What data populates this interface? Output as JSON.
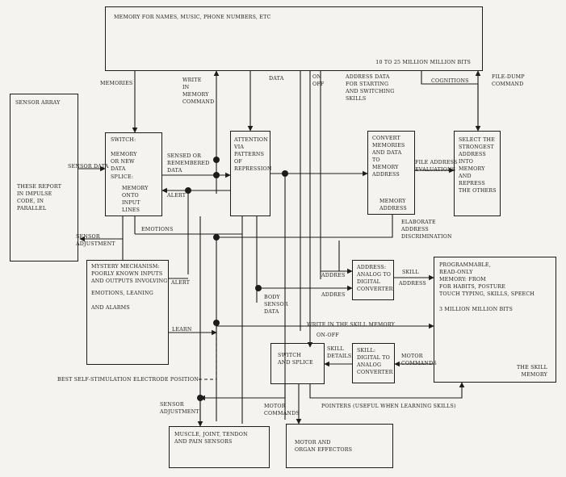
{
  "blocks": {
    "memory": {
      "title": "MEMORY FOR NAMES, MUSIC, PHONE NUMBERS, ETC",
      "capacity": "10 to 25 MILLION MILLION BITS"
    },
    "sensor_array": {
      "title": "SENSOR ARRAY",
      "body": "THESE REPORT\nIN IMPULSE\nCODE, IN\nPARALLEL"
    },
    "switch": {
      "top": "SWITCH:\n\nMEMORY\nOR NEW\nDATA",
      "splice": "SPLICE:",
      "bottom": "MEMORY\nONTO\nINPUT\nLINES"
    },
    "attention": {
      "text": "ATTENTION\nVIA\nPATTERNS\nOF\nREPRESSION"
    },
    "convert": {
      "top": "CONVERT\nMEMORIES\nAND DATA\nTO\nMEMORY\nADDRESS",
      "bottom": "MEMORY\nADDRESS"
    },
    "select": {
      "text": "SELECT THE\nSTRONGEST\nADDRESS\nINTO\nMEMORY\nAND\nREPRESS\nTHE OTHERS"
    },
    "mystery": {
      "title": "MYSTERY MECHANISM:\nPOORLY KNOWN INPUTS\nAND OUTPUTS INVOLVING",
      "body": "EMOTIONS, LEANING\n\nAND ALARMS"
    },
    "adc": {
      "text": "ADDRESS:\nANALOG TO\nDIGITAL\nCONVERTER"
    },
    "rom": {
      "text": "PROGRAMMABLE,\nREAD-ONLY\nMEMORY: FROM\nFOR HABITS, POSTURE\nTOUCH TYPING, SKILLS, SPEECH",
      "capacity": "3 MILLION MILLION BITS",
      "label": "THE SKILL\nMEMORY"
    },
    "switch_splice": {
      "text": "SWITCH\nAND SPLICE"
    },
    "dac": {
      "text": "SKILL:\nDIGITAL TO\nANALOG\nCONVERTER"
    },
    "sensors": {
      "text": "MUSCLE, JOINT, TENDON\nAND PAIN SENSORS"
    },
    "effectors": {
      "text": "MOTOR AND\nORGAN EFFECTORS"
    }
  },
  "wires": {
    "memories": "MEMORIES",
    "write_cmd": "WRITE\nIN\nMEMORY\nCOMMAND",
    "data": "DATA",
    "on_off": "ON\nOFF",
    "address_data": "ADDRESS DATA\nFOR STARTING\nAND SWITCHING\nSKILLS",
    "cognitions": "COGNITIONS",
    "file_dump": "FILE-DUMP\nCOMMAND",
    "sensor_data": "SENSOR DATA",
    "sensed_or_remembered": "SENSED OR\nREMEMBERED\nDATA",
    "alert_1": "ALERT",
    "file_address": "FILE ADDRESS\nEVALUATIONS",
    "elaborate": "ELABORATE\nADDRESS\nDISCRIMINATION",
    "sensor_adjustment_1": "SENSOR\nADJUSTMENT",
    "emotions": "EMOTIONS",
    "addres_1": "ADDRES",
    "skill": "SKILL",
    "address_2": "ADDRESS",
    "alert_2": "ALERT",
    "addres_2": "ADDRES",
    "body_sensor_data": "BODY\nSENSOR\nDATA",
    "learn": "LEARN",
    "write_skill": "WRITE IN THE SKILL MEMORY",
    "on_off_2": "ON-OFF",
    "skill_details": "SKILL\nDETAILS",
    "motor_commands_1": "MOTOR\nCOMMANDS",
    "electrode": "BEST SELF-STIMULATION ELECTRODE POSITION",
    "sensor_adjustment_2": "SENSOR\nADJUSTMENT",
    "motor_commands_2": "MOTOR\nCOMMANDS",
    "pointers": "POINTERS (USEFUL WHEN LEARNING SKILLS)"
  }
}
